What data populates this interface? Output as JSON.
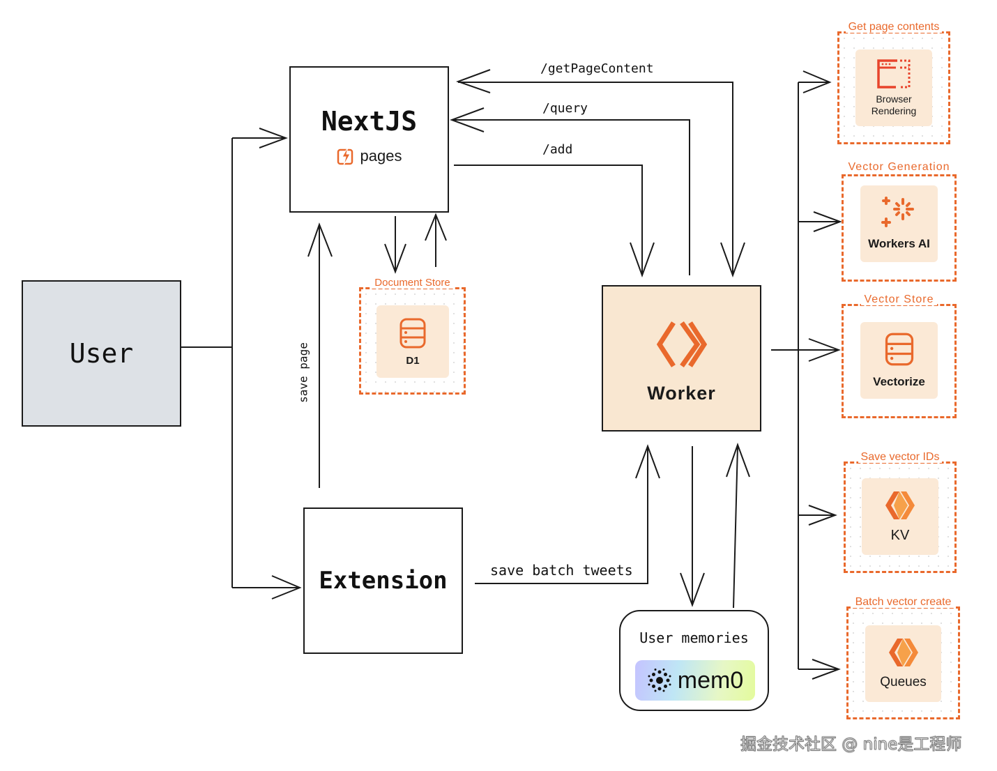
{
  "nodes": {
    "user": "User",
    "nextjs": {
      "title": "NextJS",
      "subtitle": "pages"
    },
    "extension": "Extension",
    "worker": "Worker",
    "memories": {
      "title": "User memories",
      "logo": "mem0"
    }
  },
  "document_store": {
    "group": "Document Store",
    "service": "D1"
  },
  "services": [
    {
      "group": "Get page contents",
      "service": "Browser Rendering",
      "icon": "browser-icon"
    },
    {
      "group": "Vector Generation",
      "service": "Workers AI",
      "icon": "sparkle-icon"
    },
    {
      "group": "Vector Store",
      "service": "Vectorize",
      "icon": "database-icon"
    },
    {
      "group": "Save vector IDs",
      "service": "KV",
      "icon": "kv-icon"
    },
    {
      "group": "Batch vector create",
      "service": "Queues",
      "icon": "queues-icon"
    }
  ],
  "edges": {
    "get_page_content": "/getPageContent",
    "query": "/query",
    "add": "/add",
    "save_page": "save page",
    "save_batch_tweets": "save batch tweets"
  },
  "watermark": "掘金技术社区 @ nine是工程师",
  "colors": {
    "accent": "#e9692c",
    "worker_fill": "#f9e7d1",
    "user_fill": "#dde1e6",
    "card_fill": "#fbe9d6"
  }
}
